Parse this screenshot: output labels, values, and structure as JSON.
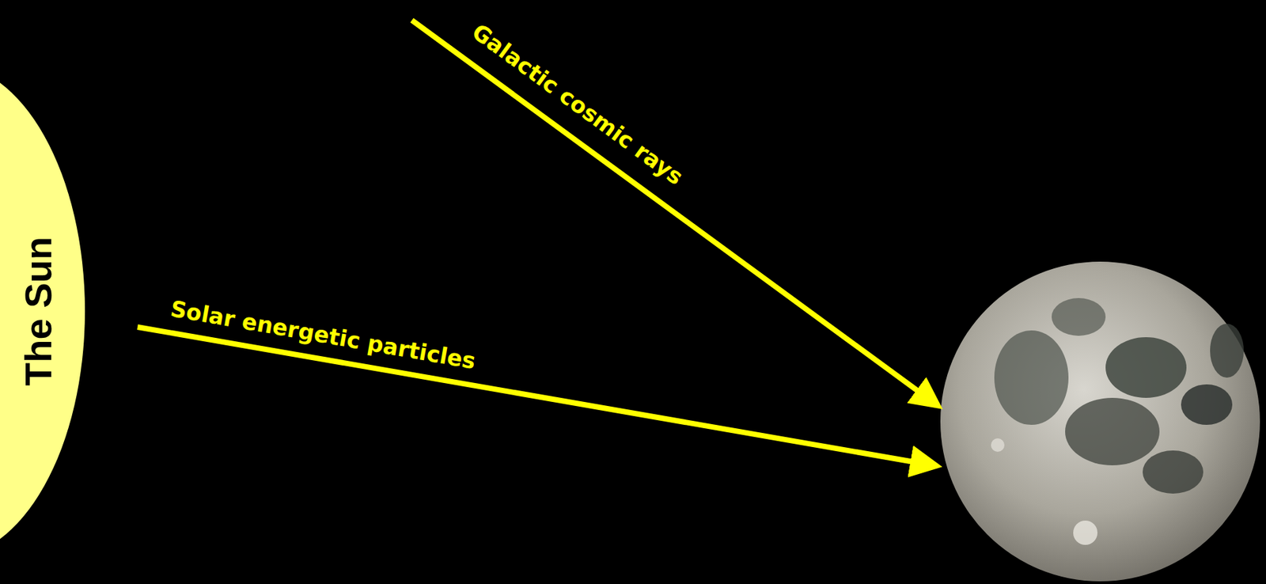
{
  "diagram": {
    "nodes": [
      {
        "text": [
          "The Sun"
        ]
      }
    ],
    "labels": [
      "Galactic cosmic rays",
      "Solar energetic particles"
    ]
  }
}
